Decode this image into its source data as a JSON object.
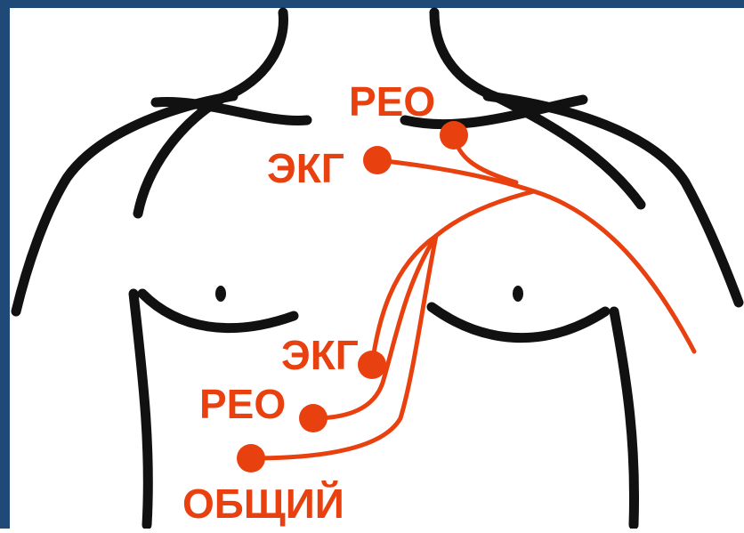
{
  "colors": {
    "frame": "#1f4a78",
    "body_outline": "#111111",
    "electrode": "#e8410f"
  },
  "labels": {
    "reo_top": "РЕО",
    "ekg_top": "ЭКГ",
    "ekg_bottom": "ЭКГ",
    "reo_bottom": "РЕО",
    "common": "ОБЩИЙ"
  }
}
